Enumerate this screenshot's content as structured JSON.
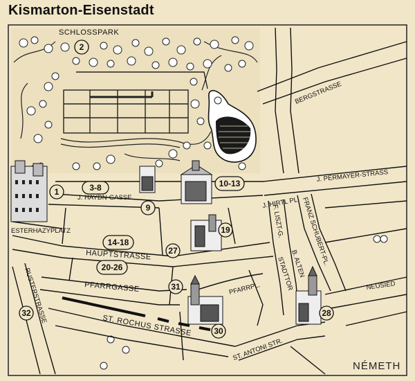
{
  "map": {
    "title": "Kismarton-Eisenstadt",
    "credit": "NÉMETH"
  },
  "streets": {
    "schlosspark": "SCHLOSSPARK",
    "bergstrasse": "BERGSTRASSE",
    "permayer": "J. PERMAYER-STRASS",
    "hirtl": "J. HIRTL PL.",
    "haydn": "J. HAYDN-GASSE",
    "esterhazy": "ESTERHAZYPLATZ",
    "hauptstrasse": "HAUPTSTRASSE",
    "pfarrgasse": "PFARRGASSE",
    "pfarrpl": "PFARRPL.",
    "rochus": "ST. ROCHUS STRASSE",
    "antoni": "ST. ANTONI STR.",
    "ruster": "RUSTERSTRASSE",
    "liszt": "F. LISZT-G.",
    "schubert": "FRANZ SCHUBERT-PL.",
    "stadttor": "STADTTOR",
    "alten": "B. ALTEN",
    "neusied": "NEUSIED"
  },
  "markers": {
    "m1": "1",
    "m2": "2",
    "m3_8": "3-8",
    "m9": "9",
    "m10_13": "10-13",
    "m14_18": "14-18",
    "m19": "19",
    "m20_26": "20-26",
    "m27": "27",
    "m28": "28",
    "m30": "30",
    "m31": "31",
    "m32": "32"
  }
}
